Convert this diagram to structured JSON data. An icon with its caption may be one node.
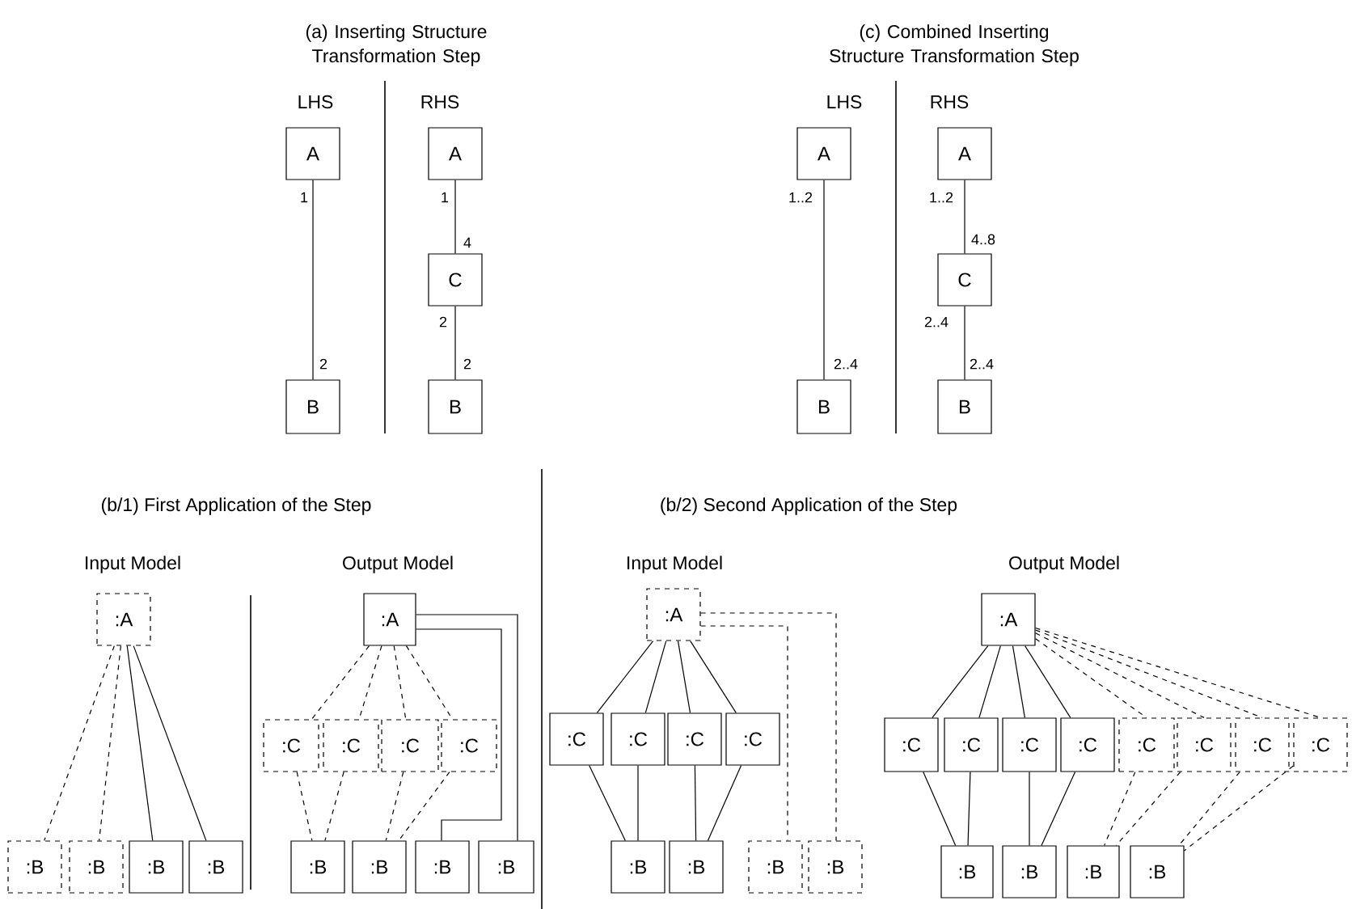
{
  "diagram": {
    "nodes": [
      {
        "text": [
          "A"
        ]
      },
      {
        "text": [
          "B"
        ]
      },
      {
        "text": [
          "A"
        ]
      },
      {
        "text": [
          "C"
        ]
      },
      {
        "text": [
          "B"
        ]
      },
      {
        "text": [
          "A"
        ]
      },
      {
        "text": [
          "B"
        ]
      },
      {
        "text": [
          "A"
        ]
      },
      {
        "text": [
          "C"
        ]
      },
      {
        "text": [
          "B"
        ]
      },
      {
        "text": [
          ":A"
        ]
      },
      {
        "text": [
          ":B"
        ]
      },
      {
        "text": [
          ":B"
        ]
      },
      {
        "text": [
          ":B"
        ]
      },
      {
        "text": [
          ":B"
        ]
      },
      {
        "text": [
          ":A"
        ]
      },
      {
        "text": [
          ":C"
        ]
      },
      {
        "text": [
          ":C"
        ]
      },
      {
        "text": [
          ":C"
        ]
      },
      {
        "text": [
          ":C"
        ]
      },
      {
        "text": [
          ":B"
        ]
      },
      {
        "text": [
          ":B"
        ]
      },
      {
        "text": [
          ":B"
        ]
      },
      {
        "text": [
          ":B"
        ]
      },
      {
        "text": [
          ":A"
        ]
      },
      {
        "text": [
          ":C"
        ]
      },
      {
        "text": [
          ":C"
        ]
      },
      {
        "text": [
          ":C"
        ]
      },
      {
        "text": [
          ":C"
        ]
      },
      {
        "text": [
          ":B"
        ]
      },
      {
        "text": [
          ":B"
        ]
      },
      {
        "text": [
          ":B"
        ]
      },
      {
        "text": [
          ":B"
        ]
      },
      {
        "text": [
          ":A"
        ]
      },
      {
        "text": [
          ":C"
        ]
      },
      {
        "text": [
          ":C"
        ]
      },
      {
        "text": [
          ":C"
        ]
      },
      {
        "text": [
          ":C"
        ]
      },
      {
        "text": [
          ":C"
        ]
      },
      {
        "text": [
          ":C"
        ]
      },
      {
        "text": [
          ":C"
        ]
      },
      {
        "text": [
          ":C"
        ]
      },
      {
        "text": [
          ":B"
        ]
      },
      {
        "text": [
          ":B"
        ]
      },
      {
        "text": [
          ":B"
        ]
      },
      {
        "text": [
          ":B"
        ]
      }
    ],
    "edges": [
      {
        "from": 0,
        "to": 1,
        "arrow": "none"
      },
      {
        "from": 2,
        "to": 3,
        "arrow": "none"
      },
      {
        "from": 3,
        "to": 4,
        "arrow": "none"
      },
      {
        "from": 5,
        "to": 6,
        "arrow": "none"
      },
      {
        "from": 7,
        "to": 8,
        "arrow": "none"
      },
      {
        "from": 8,
        "to": 9,
        "arrow": "none"
      },
      {
        "from": 10,
        "to": 11,
        "arrow": "none",
        "style": "dashed"
      },
      {
        "from": 10,
        "to": 12,
        "arrow": "none",
        "style": "dashed"
      },
      {
        "from": 10,
        "to": 13,
        "arrow": "none"
      },
      {
        "from": 10,
        "to": 14,
        "arrow": "none"
      },
      {
        "from": 15,
        "to": 16,
        "arrow": "none",
        "style": "dashed"
      },
      {
        "from": 15,
        "to": 17,
        "arrow": "none",
        "style": "dashed"
      },
      {
        "from": 15,
        "to": 18,
        "arrow": "none",
        "style": "dashed"
      },
      {
        "from": 15,
        "to": 19,
        "arrow": "none",
        "style": "dashed"
      },
      {
        "from": 16,
        "to": 20,
        "arrow": "none",
        "style": "dashed"
      },
      {
        "from": 17,
        "to": 20,
        "arrow": "none",
        "style": "dashed"
      },
      {
        "from": 18,
        "to": 21,
        "arrow": "none",
        "style": "dashed"
      },
      {
        "from": 19,
        "to": 21,
        "arrow": "none",
        "style": "dashed"
      },
      {
        "from": 15,
        "to": 22,
        "arrow": "none"
      },
      {
        "from": 15,
        "to": 23,
        "arrow": "none"
      },
      {
        "from": 24,
        "to": 25,
        "arrow": "none"
      },
      {
        "from": 24,
        "to": 26,
        "arrow": "none"
      },
      {
        "from": 24,
        "to": 27,
        "arrow": "none"
      },
      {
        "from": 24,
        "to": 28,
        "arrow": "none"
      },
      {
        "from": 25,
        "to": 29,
        "arrow": "none"
      },
      {
        "from": 26,
        "to": 29,
        "arrow": "none"
      },
      {
        "from": 27,
        "to": 30,
        "arrow": "none"
      },
      {
        "from": 28,
        "to": 30,
        "arrow": "none"
      },
      {
        "from": 24,
        "to": 31,
        "arrow": "none",
        "style": "dashed"
      },
      {
        "from": 24,
        "to": 32,
        "arrow": "none",
        "style": "dashed"
      },
      {
        "from": 33,
        "to": 34,
        "arrow": "none"
      },
      {
        "from": 33,
        "to": 35,
        "arrow": "none"
      },
      {
        "from": 33,
        "to": 36,
        "arrow": "none"
      },
      {
        "from": 33,
        "to": 37,
        "arrow": "none"
      },
      {
        "from": 33,
        "to": 38,
        "arrow": "none",
        "style": "dashed"
      },
      {
        "from": 33,
        "to": 39,
        "arrow": "none",
        "style": "dashed"
      },
      {
        "from": 33,
        "to": 40,
        "arrow": "none",
        "style": "dashed"
      },
      {
        "from": 33,
        "to": 41,
        "arrow": "none",
        "style": "dashed"
      },
      {
        "from": 34,
        "to": 42,
        "arrow": "none"
      },
      {
        "from": 35,
        "to": 42,
        "arrow": "none"
      },
      {
        "from": 36,
        "to": 43,
        "arrow": "none"
      },
      {
        "from": 37,
        "to": 43,
        "arrow": "none"
      },
      {
        "from": 38,
        "to": 44,
        "arrow": "none",
        "style": "dashed"
      },
      {
        "from": 39,
        "to": 44,
        "arrow": "none",
        "style": "dashed"
      },
      {
        "from": 40,
        "to": 45,
        "arrow": "none",
        "style": "dashed"
      },
      {
        "from": 41,
        "to": 45,
        "arrow": "none",
        "style": "dashed"
      }
    ],
    "labels": [
      "(a) Inserting Structure Transformation Step",
      "(c) Combined Inserting Structure Transformation Step",
      "LHS",
      "RHS",
      "LHS",
      "RHS",
      "1",
      "2",
      "1",
      "4",
      "2",
      "2",
      "1..2",
      "2..4",
      "1..2",
      "4..8",
      "2..4",
      "2..4",
      "(b/1) First Application of the Step",
      "(b/2) Second Application of the Step",
      "Input Model",
      "Output Model",
      "Input Model",
      "Output Model"
    ]
  }
}
